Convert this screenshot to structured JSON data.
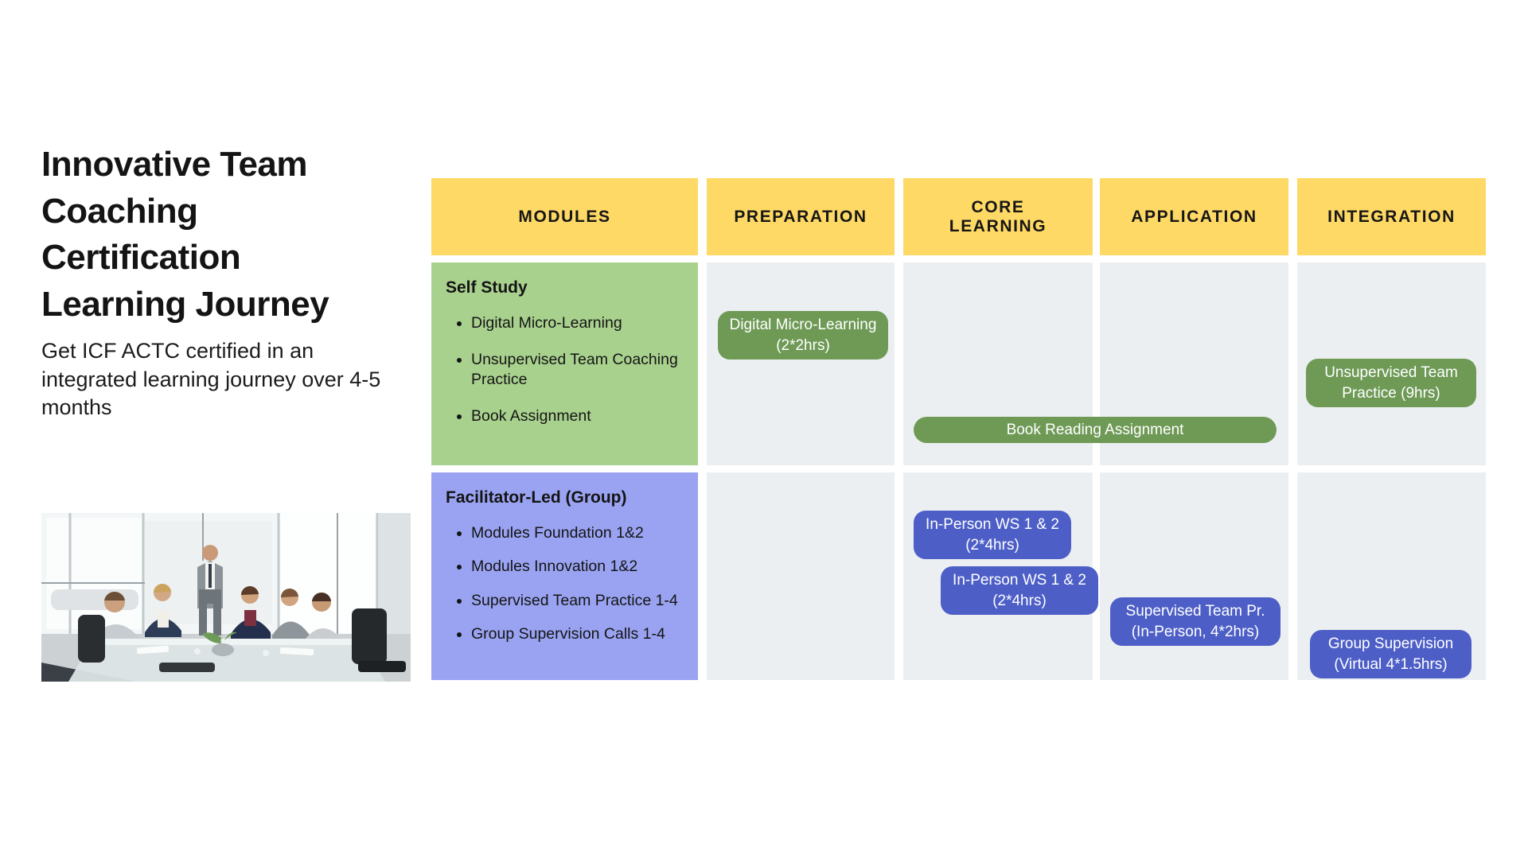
{
  "theme": {
    "header-bg": "#FFD965",
    "column-bg": "#ECEFF2",
    "green-cell-bg": "#A9D18E",
    "blue-cell-bg": "#99A3F1",
    "green-pill-bg": "#6E9A56",
    "blue-pill-bg": "#4D5FC7",
    "pill-text": "#FFFFFF"
  },
  "hero": {
    "title": "Innovative Team Coaching Certification Learning Journey",
    "subtitle": "Get ICF ACTC certified in an integrated learning journey over 4-5 months"
  },
  "table": {
    "headers": [
      "MODULES",
      "PREPARATION",
      "CORE LEARNING",
      "APPLICATION",
      "INTEGRATION"
    ],
    "self_study": {
      "title": "Self Study",
      "items": [
        "Digital Micro-Learning",
        "Unsupervised Team Coaching Practice",
        "Book Assignment"
      ]
    },
    "facilitator_led": {
      "title": "Facilitator-Led (Group)",
      "items": [
        "Modules Foundation 1&2",
        "Modules Innovation 1&2",
        "Supervised Team Practice 1-4",
        "Group Supervision Calls 1-4"
      ]
    },
    "pills": {
      "digital_micro": "Digital Micro-Learning (2*2hrs)",
      "book_reading": "Book Reading Assignment",
      "unsupervised_practice": "Unsupervised Team Practice (9hrs)",
      "inperson_ws_1": "In-Person WS 1 & 2 (2*4hrs)",
      "inperson_ws_2": "In-Person WS 1 & 2 (2*4hrs)",
      "supervised_team": "Supervised Team Pr. (In-Person, 4*2hrs)",
      "group_supervision": "Group Supervision (Virtual 4*1.5hrs)"
    }
  }
}
